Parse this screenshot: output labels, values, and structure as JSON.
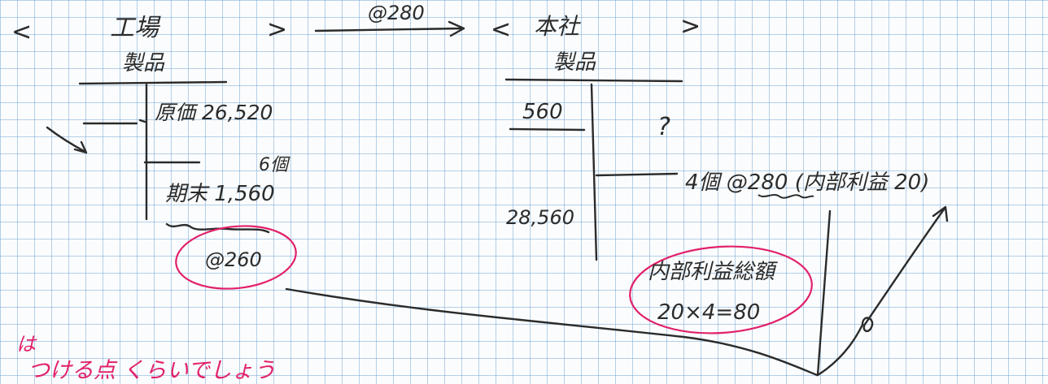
{
  "top_row": {
    "left_bracket_a": "<",
    "left_title": "工場",
    "left_bracket_b": ">",
    "transfer_price": "@280",
    "right_bracket_a": "<",
    "right_title": "本社",
    "right_bracket_b": ">"
  },
  "left_account": {
    "name": "製品",
    "row1": "原価 26,520",
    "extra_qty": "6個",
    "row2": "期末 1,560",
    "circled_unit": "@260"
  },
  "right_account": {
    "name": "製品",
    "debit_top": "560",
    "question": "?",
    "debit_bottom": "28,560",
    "credit_row": "4個 @280 (内部利益 20)"
  },
  "bubble": {
    "line1": "内部利益総額",
    "line2": "20×4=80"
  },
  "note": {
    "line1": "は",
    "line2": "つける点 くらいでしょう"
  },
  "colors": {
    "ink": "#2b2b2b",
    "red": "#e2206a",
    "grid": "#78aad7",
    "paper": "#fbfcfd"
  }
}
